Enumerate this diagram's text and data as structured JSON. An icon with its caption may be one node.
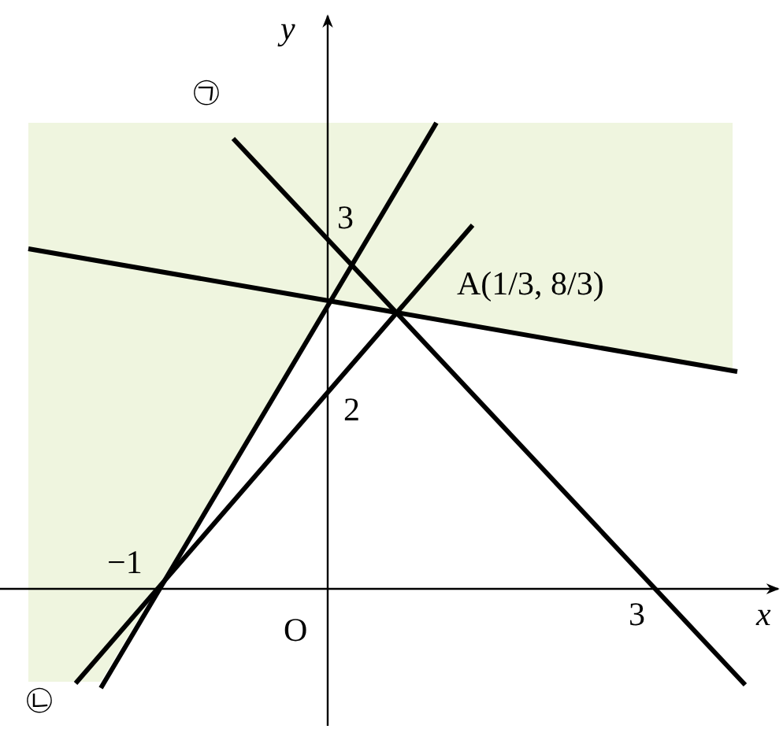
{
  "diagram": {
    "labels": [
      "y",
      "㉠",
      "3",
      "A(1/3, 8/3)",
      "2",
      "−1",
      "O",
      "3",
      "x",
      "㉡"
    ]
  }
}
